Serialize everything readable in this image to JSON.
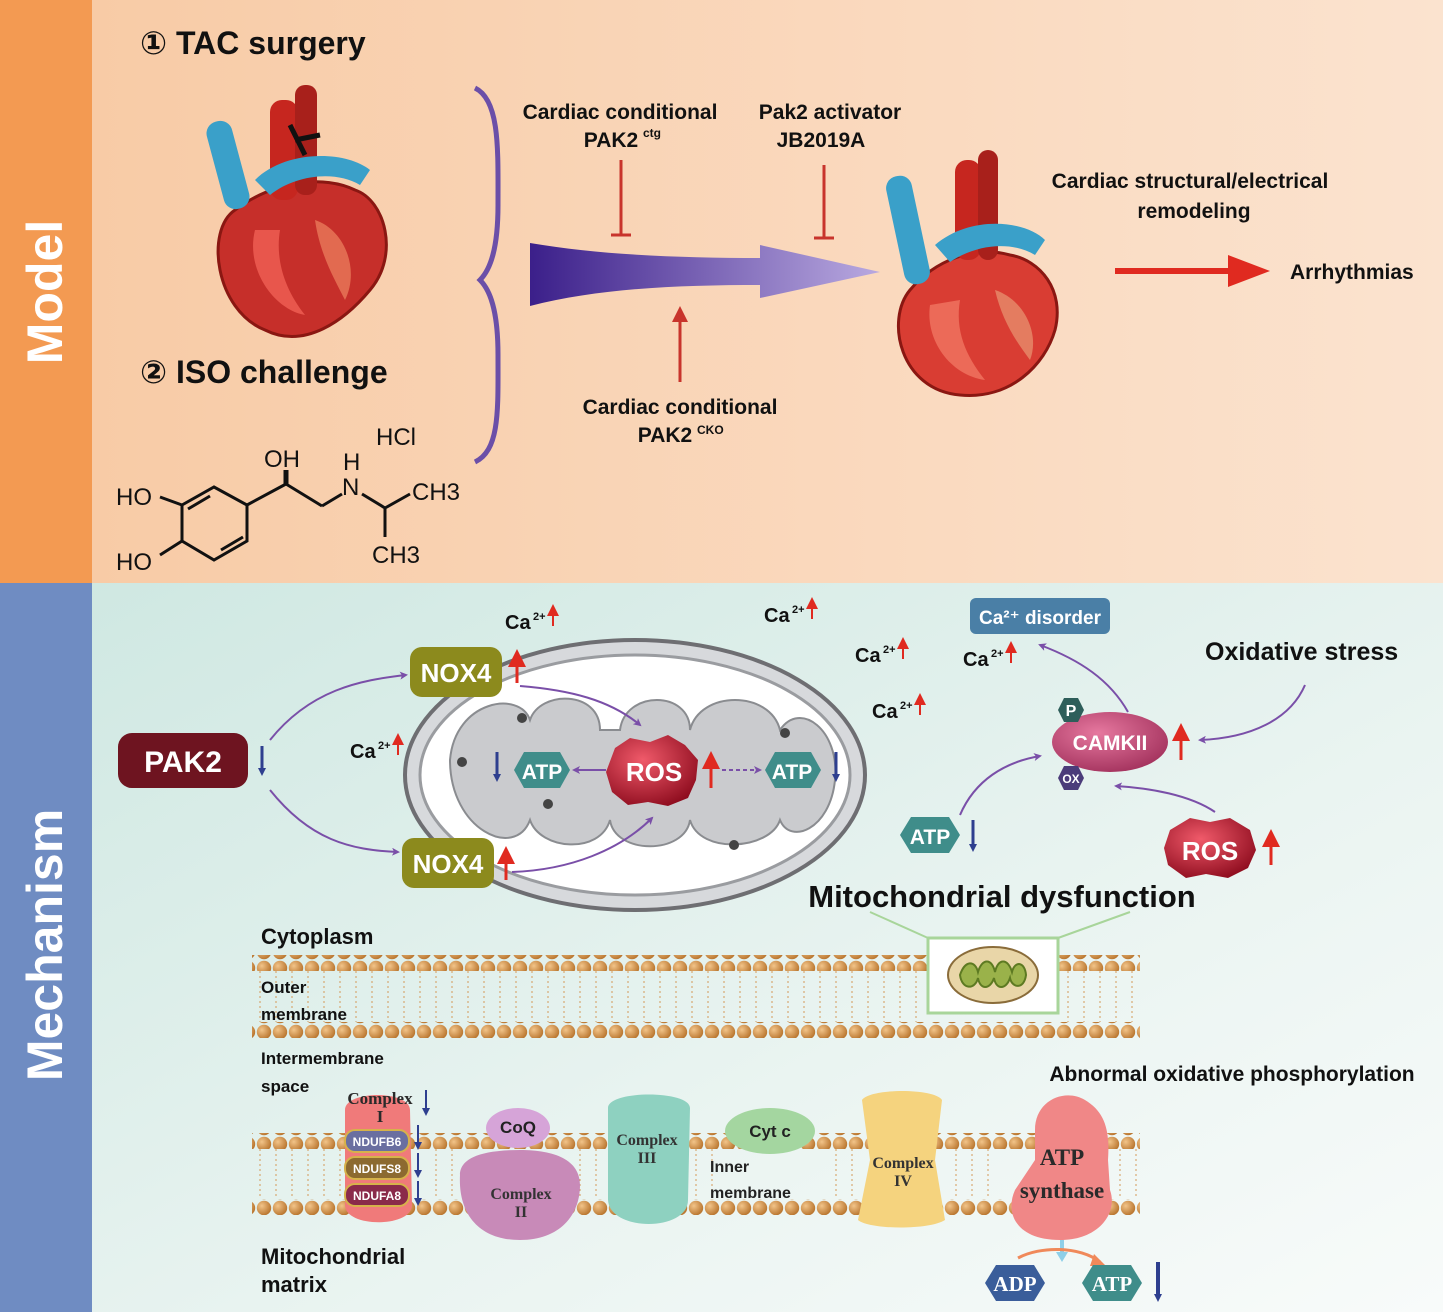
{
  "sections": {
    "model": "Model",
    "mechanism": "Mechanism"
  },
  "model": {
    "step1": "① TAC surgery",
    "step2": "② ISO challenge",
    "hcl": "HCl",
    "oh": "OH",
    "h": "H",
    "n": "N",
    "ch3_top": "CH3",
    "ch3_bottom": "CH3",
    "ho_top": "HO",
    "ho_bottom": "HO",
    "ctg_line1": "Cardiac conditional",
    "ctg_line2": "PAK2",
    "ctg_sup": "ctg",
    "activator_line1": "Pak2 activator",
    "activator_line2": "JB2019A",
    "cko_line1": "Cardiac conditional",
    "cko_line2": "PAK2",
    "cko_sup": "CKO",
    "remodel_line1": "Cardiac structural/electrical",
    "remodel_line2": "remodeling",
    "outcome": "Arrhythmias"
  },
  "mechanism": {
    "pak2": "PAK2",
    "nox4_top": "NOX4",
    "nox4_bottom": "NOX4",
    "ros_mito": "ROS",
    "atp_left": "ATP",
    "atp_right": "ATP",
    "ca_label": "Ca",
    "ca_sup": "2+",
    "ca_disorder": "Ca²⁺ disorder",
    "oxidative_stress": "Oxidative stress",
    "camkii": "CAMKII",
    "p": "P",
    "ox": "OX",
    "atp_cyto": "ATP",
    "ros_cyto": "ROS",
    "mito_dysfunction": "Mitochondrial dysfunction"
  },
  "membrane": {
    "cytoplasm": "Cytoplasm",
    "outer_1": "Outer",
    "outer_2": "membrane",
    "ims_1": "Intermembrane",
    "ims_2": "space",
    "complex1_1": "Complex",
    "complex1_2": "I",
    "ndufb6": "NDUFB6",
    "ndufs8": "NDUFS8",
    "ndufa8": "NDUFA8",
    "coq": "CoQ",
    "complex2_1": "Complex",
    "complex2_2": "II",
    "complex3_1": "Complex",
    "complex3_2": "III",
    "cytc": "Cyt c",
    "inner_1": "Inner",
    "inner_2": "membrane",
    "complex4_1": "Complex",
    "complex4_2": "IV",
    "abnormal": "Abnormal oxidative phosphorylation",
    "atps_1": "ATP",
    "atps_2": "synthase",
    "adp": "ADP",
    "atp_out": "ATP",
    "matrix_1": "Mitochondrial",
    "matrix_2": "matrix"
  },
  "colors": {
    "model_band": "#f39a52",
    "model_bg": "#f9d3b1",
    "mech_band": "#6f8cc2",
    "mech_bg": "#d3ebe5",
    "inhibit_red": "#c8342c",
    "up_red": "#e02a20",
    "down_blue": "#2e3f8f",
    "purple_arrow": "#7a4fa8",
    "nox4": "#8c8a1d",
    "pak2": "#6e1420",
    "ros": "#c2182f",
    "atp": "#3f8d8a",
    "bead": "#c98a43"
  }
}
